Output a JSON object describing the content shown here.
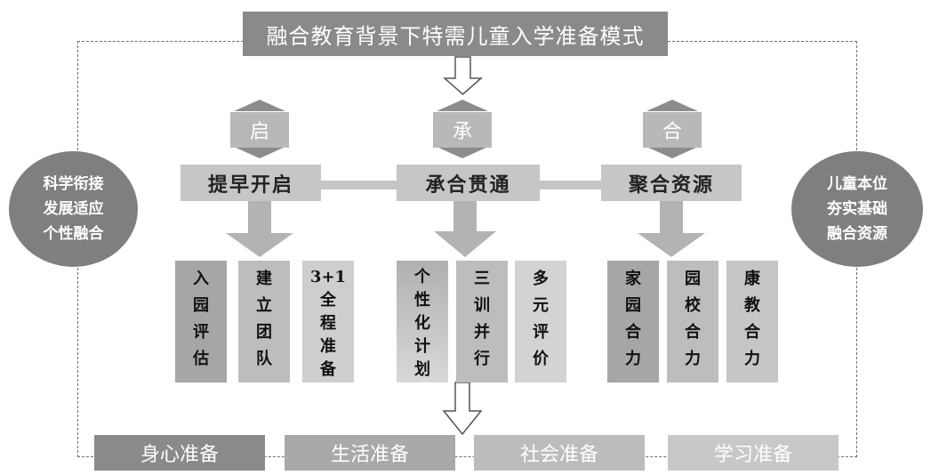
{
  "title": "融合教育背景下特需儿童入学准备模式",
  "left_oval": [
    "科学衔接",
    "发展适应",
    "个性融合"
  ],
  "right_oval": [
    "儿童本位",
    "夯实基础",
    "融合资源"
  ],
  "tags": [
    "启",
    "承",
    "合"
  ],
  "bars": [
    "提早开启",
    "承合贯通",
    "聚合资源"
  ],
  "cards": [
    [
      "入",
      "园",
      "评",
      "估"
    ],
    [
      "建",
      "立",
      "团",
      "队"
    ],
    [
      "3+1",
      "全",
      "程",
      "准",
      "备"
    ],
    [
      "个",
      "性",
      "化",
      "计",
      "划"
    ],
    [
      "三",
      "训",
      "并",
      "行"
    ],
    [
      "多",
      "元",
      "评",
      "价"
    ],
    [
      "家",
      "园",
      "合",
      "力"
    ],
    [
      "园",
      "校",
      "合",
      "力"
    ],
    [
      "康",
      "教",
      "合",
      "力"
    ]
  ],
  "bottom": [
    "身心准备",
    "生活准备",
    "社会准备",
    "学习准备"
  ],
  "colors": {
    "dark_gray": "#7f7f7f",
    "title_gray": "#8a8a8a",
    "tag_gray": "#b8b8b8",
    "bar_gray": "#c6c6c6"
  }
}
